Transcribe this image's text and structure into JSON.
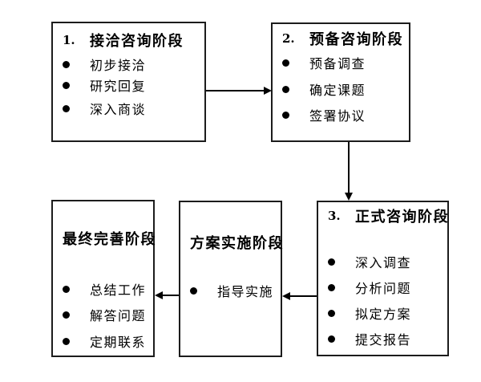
{
  "diagram": {
    "background": "#ffffff",
    "box_border_color": "#1c1c1c",
    "line_color": "#000000",
    "text_color": "#000000",
    "bullet_glyph": "●",
    "stages": [
      {
        "number": "1.",
        "title": "接洽咨询阶段",
        "items": [
          "初步接洽",
          "研究回复",
          "深入商谈"
        ]
      },
      {
        "number": "2.",
        "title": "预备咨询阶段",
        "items": [
          "预备调查",
          "确定课题",
          "签署协议"
        ]
      },
      {
        "number": "3.",
        "title": "正式咨询阶段",
        "items": [
          "深入调查",
          "分析问题",
          "拟定方案",
          "提交报告"
        ]
      },
      {
        "number": "",
        "title": "方案实施阶段",
        "items": [
          "指导实施"
        ]
      },
      {
        "number": "",
        "title": "最终完善阶段",
        "items": [
          "总结工作",
          "解答问题",
          "定期联系"
        ]
      }
    ],
    "connections": [
      {
        "from": "接洽咨询阶段",
        "to": "预备咨询阶段",
        "direction": "right"
      },
      {
        "from": "预备咨询阶段",
        "to": "正式咨询阶段",
        "direction": "down"
      },
      {
        "from": "正式咨询阶段",
        "to": "方案实施阶段",
        "direction": "left"
      },
      {
        "from": "方案实施阶段",
        "to": "最终完善阶段",
        "direction": "left"
      }
    ]
  }
}
